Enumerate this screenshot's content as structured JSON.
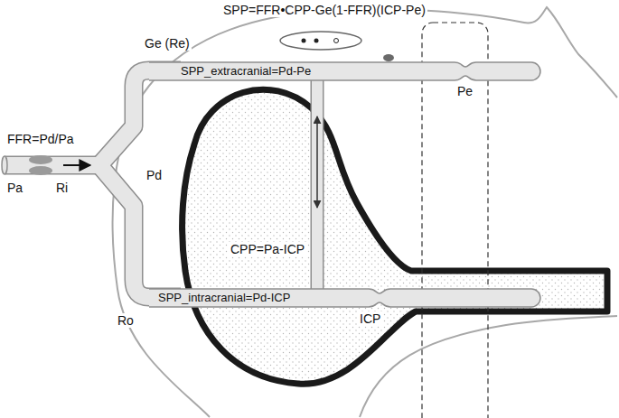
{
  "diagram": {
    "nodes": [
      {
        "text": [
          "SPP_extracranial=Pd-Pe"
        ]
      },
      {
        "text": [
          "SPP_intracranial=Pd-ICP"
        ]
      }
    ],
    "edges": [
      {
        "from": 0,
        "to": 1,
        "arrow": "both"
      }
    ],
    "labels": [
      "SPP=FFR•CPP-Ge(1-FFR)(ICP-Pe)",
      "Ge (Re)",
      "Pe",
      "FFR=Pd/Pa",
      "Pd",
      "Pa",
      "Ri",
      "CPP=Pa-ICP",
      "ICP",
      "Ro"
    ]
  }
}
